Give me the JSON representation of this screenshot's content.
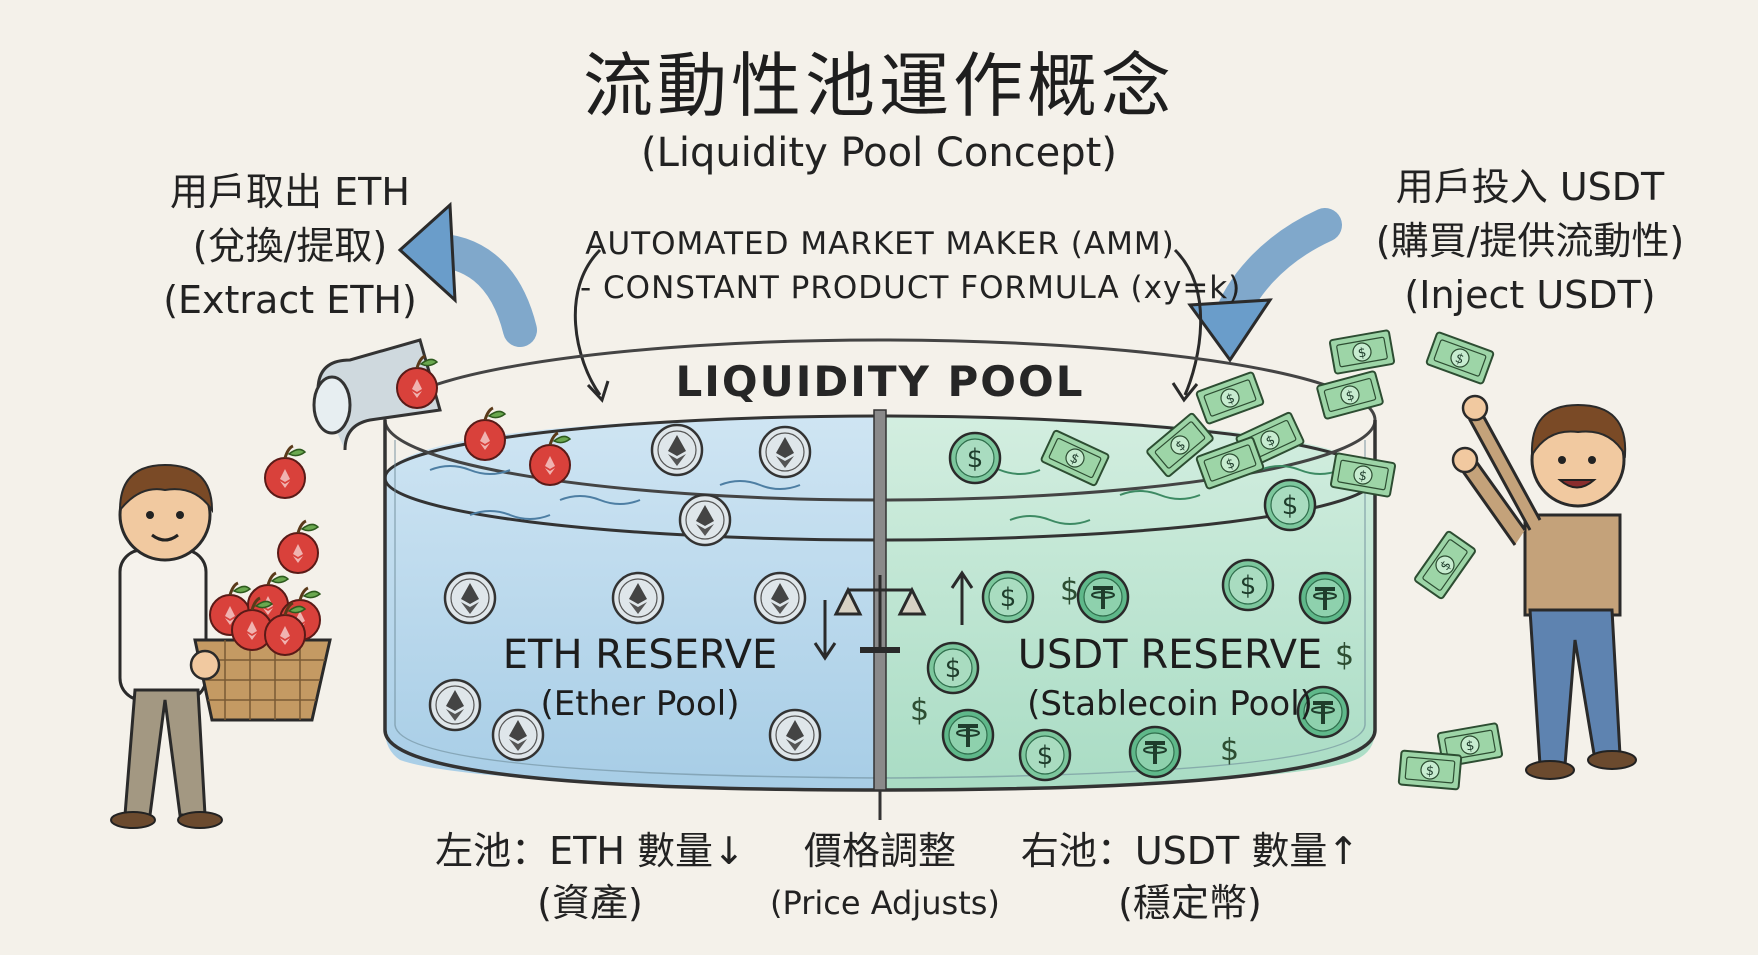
{
  "title": {
    "zh": "流動性池運作概念",
    "en": "(Liquidity Pool Concept)"
  },
  "left_annotation": {
    "zh": "用戶取出 ETH",
    "zh_sub": "(兌換/提取)",
    "en": "(Extract ETH)"
  },
  "right_annotation": {
    "zh": "用戶投入 USDT",
    "zh_sub": "(購買/提供流動性)",
    "en": "(Inject USDT)"
  },
  "amm": {
    "line1": "AUTOMATED MARKET MAKER (AMM)",
    "line2": "- CONSTANT PRODUCT FORMULA (xy=k)"
  },
  "pool": {
    "label": "LIQUIDITY POOL",
    "left": {
      "title": "ETH RESERVE",
      "subtitle": "(Ether Pool)",
      "color": "#a9cfe8"
    },
    "right": {
      "title": "USDT RESERVE",
      "subtitle": "(Stablecoin Pool)",
      "color": "#b7e0cc"
    }
  },
  "bottom": {
    "left": {
      "line1": "左池：ETH 數量↓",
      "line2": "(資產)"
    },
    "center": {
      "line1": "價格調整",
      "line2": "(Price Adjusts)"
    },
    "right": {
      "line1": "右池：USDT 數量↑",
      "line2": "(穩定幣)"
    }
  },
  "icons": [
    "eth-coin-icon",
    "usdt-coin-icon",
    "dollar-coin-icon",
    "apple-icon",
    "banknote-icon",
    "scale-icon",
    "arrow-up-icon",
    "arrow-down-icon"
  ]
}
